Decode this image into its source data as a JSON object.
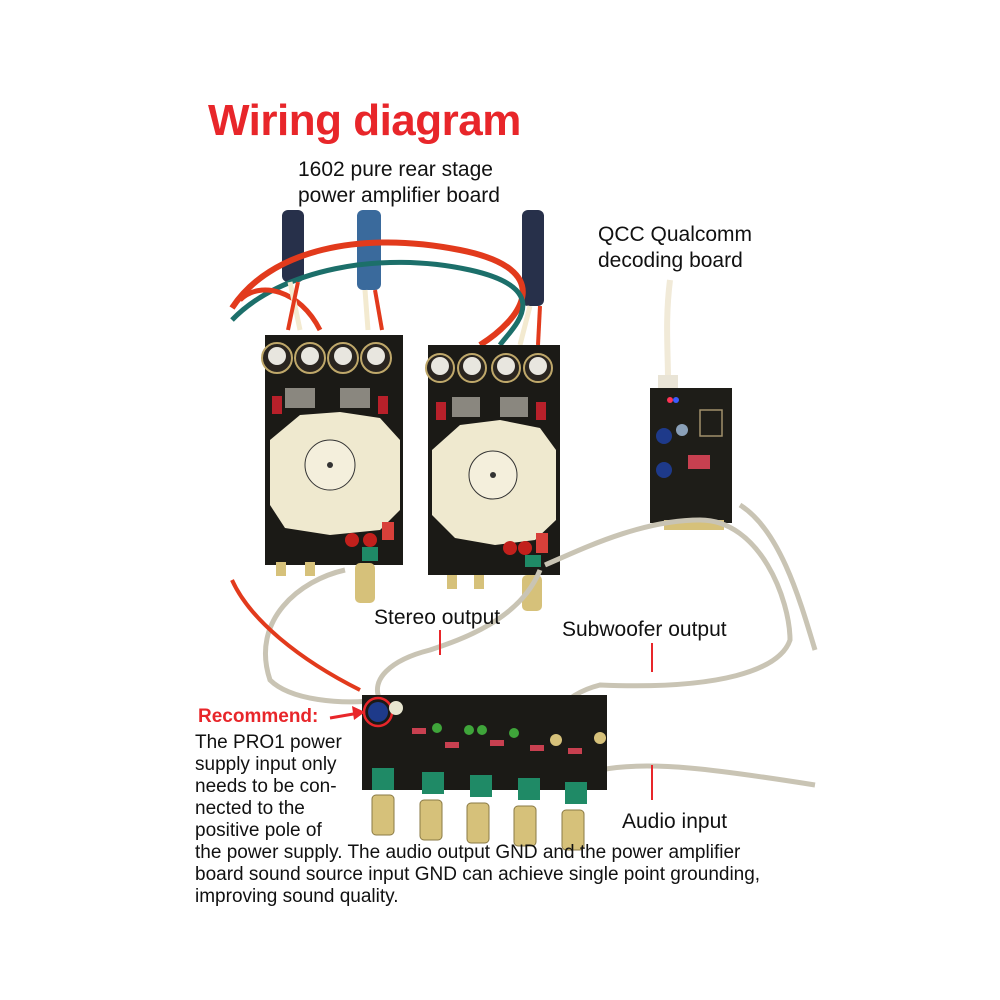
{
  "title": "Wiring diagram",
  "labels": {
    "amp_board": [
      "1602 pure rear stage",
      "power amplifier board"
    ],
    "qcc_board": [
      "QCC Qualcomm",
      "decoding board"
    ],
    "stereo_output": "Stereo output",
    "subwoofer_output": "Subwoofer output",
    "audio_input": "Audio input"
  },
  "recommend": {
    "heading": "Recommend:",
    "narrow_lines": [
      "The PRO1 power",
      "supply input only",
      "needs to be con-",
      "nected to the",
      "positive pole of"
    ],
    "wide_lines": [
      "the power supply. The audio output GND and the power amplifier",
      "board sound source input GND can achieve single point grounding,",
      "improving sound quality."
    ]
  },
  "colors": {
    "accent_red": "#e8262a",
    "text": "#111111",
    "pcb": "#1b1a16",
    "heatsink": "#efe9cf",
    "cable_blue": "#2c4a78",
    "wire_red": "#e23a1c",
    "wire_teal": "#1c6f6a",
    "pot_green": "#1f8a66",
    "knob_gold": "#d6c17a"
  },
  "components": {
    "amp_boards": 2,
    "tone_board_knobs": 5
  }
}
